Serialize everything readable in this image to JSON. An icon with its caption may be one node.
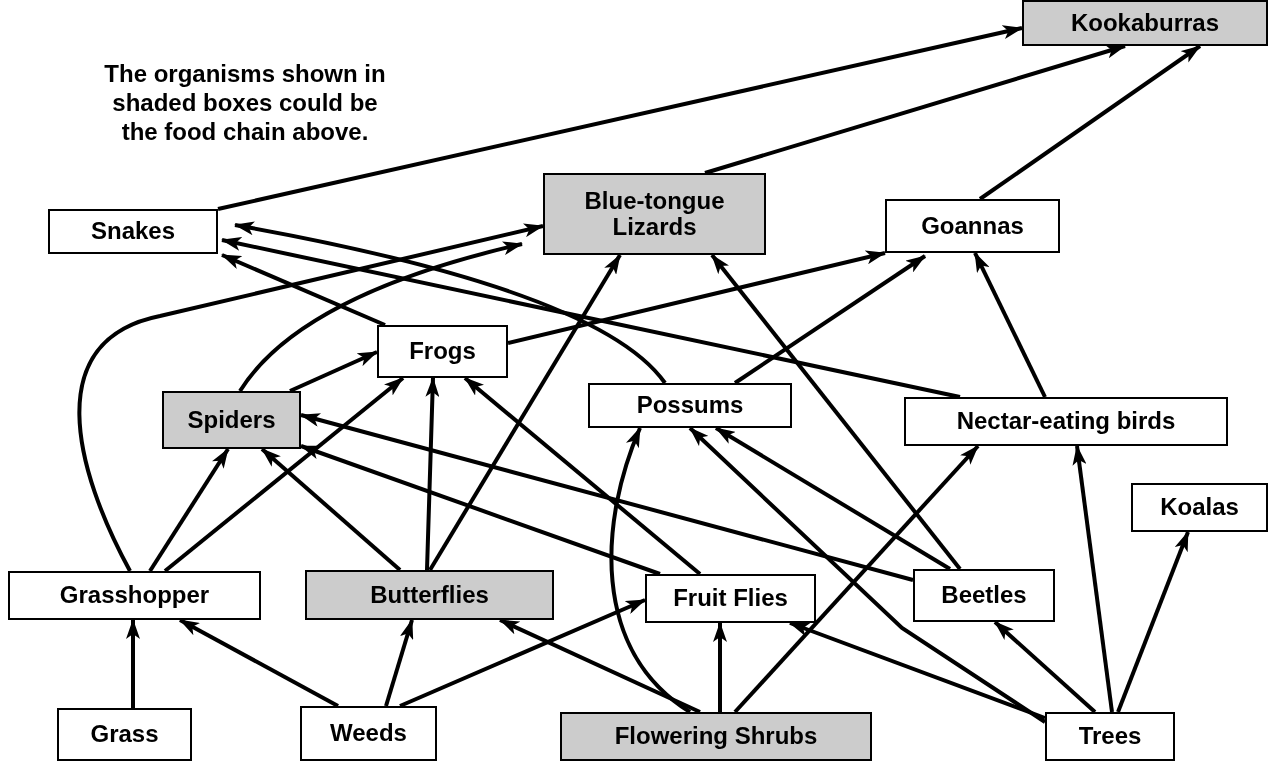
{
  "diagram": {
    "nodes": [
      {
        "text": [
          "Kookaburras"
        ]
      },
      {
        "text": [
          "Snakes"
        ]
      },
      {
        "text": [
          "Blue-tongue Lizards"
        ]
      },
      {
        "text": [
          "Goannas"
        ]
      },
      {
        "text": [
          "Frogs"
        ]
      },
      {
        "text": [
          "Possums"
        ]
      },
      {
        "text": [
          "Nectar-eating birds"
        ]
      },
      {
        "text": [
          "Spiders"
        ]
      },
      {
        "text": [
          "Koalas"
        ]
      },
      {
        "text": [
          "Grasshopper"
        ]
      },
      {
        "text": [
          "Butterflies"
        ]
      },
      {
        "text": [
          "Fruit Flies"
        ]
      },
      {
        "text": [
          "Beetles"
        ]
      },
      {
        "text": [
          "Grass"
        ]
      },
      {
        "text": [
          "Weeds"
        ]
      },
      {
        "text": [
          "Flowering Shrubs"
        ]
      },
      {
        "text": [
          "Trees"
        ]
      }
    ],
    "edges": [
      {
        "from": 1,
        "to": 0,
        "arrow": "to"
      },
      {
        "from": 2,
        "to": 0,
        "arrow": "to"
      },
      {
        "from": 3,
        "to": 0,
        "arrow": "to"
      },
      {
        "from": 9,
        "to": 2,
        "arrow": "to"
      },
      {
        "from": 7,
        "to": 2,
        "arrow": "to"
      },
      {
        "from": 4,
        "to": 1,
        "arrow": "to"
      },
      {
        "from": 5,
        "to": 1,
        "arrow": "to"
      },
      {
        "from": 6,
        "to": 1,
        "arrow": "to"
      },
      {
        "from": 4,
        "to": 3,
        "arrow": "to"
      },
      {
        "from": 5,
        "to": 3,
        "arrow": "to"
      },
      {
        "from": 6,
        "to": 3,
        "arrow": "to"
      },
      {
        "from": 12,
        "to": 2,
        "arrow": "to"
      },
      {
        "from": 10,
        "to": 2,
        "arrow": "to"
      },
      {
        "from": 7,
        "to": 4,
        "arrow": "to"
      },
      {
        "from": 9,
        "to": 4,
        "arrow": "to"
      },
      {
        "from": 10,
        "to": 4,
        "arrow": "to"
      },
      {
        "from": 11,
        "to": 4,
        "arrow": "to"
      },
      {
        "from": 9,
        "to": 7,
        "arrow": "to"
      },
      {
        "from": 10,
        "to": 7,
        "arrow": "to"
      },
      {
        "from": 11,
        "to": 7,
        "arrow": "to"
      },
      {
        "from": 12,
        "to": 7,
        "arrow": "to"
      },
      {
        "from": 15,
        "to": 5,
        "arrow": "to"
      },
      {
        "from": 16,
        "to": 5,
        "arrow": "to"
      },
      {
        "from": 12,
        "to": 5,
        "arrow": "to"
      },
      {
        "from": 15,
        "to": 6,
        "arrow": "to"
      },
      {
        "from": 16,
        "to": 6,
        "arrow": "to"
      },
      {
        "from": 16,
        "to": 8,
        "arrow": "to"
      },
      {
        "from": 16,
        "to": 12,
        "arrow": "to"
      },
      {
        "from": 16,
        "to": 11,
        "arrow": "to"
      },
      {
        "from": 15,
        "to": 11,
        "arrow": "to"
      },
      {
        "from": 15,
        "to": 10,
        "arrow": "to"
      },
      {
        "from": 14,
        "to": 10,
        "arrow": "to"
      },
      {
        "from": 14,
        "to": 9,
        "arrow": "to"
      },
      {
        "from": 14,
        "to": 11,
        "arrow": "to"
      },
      {
        "from": 13,
        "to": 9,
        "arrow": "to"
      }
    ],
    "labels": [
      "The organisms shown in shaded boxes could be the food chain above."
    ]
  }
}
